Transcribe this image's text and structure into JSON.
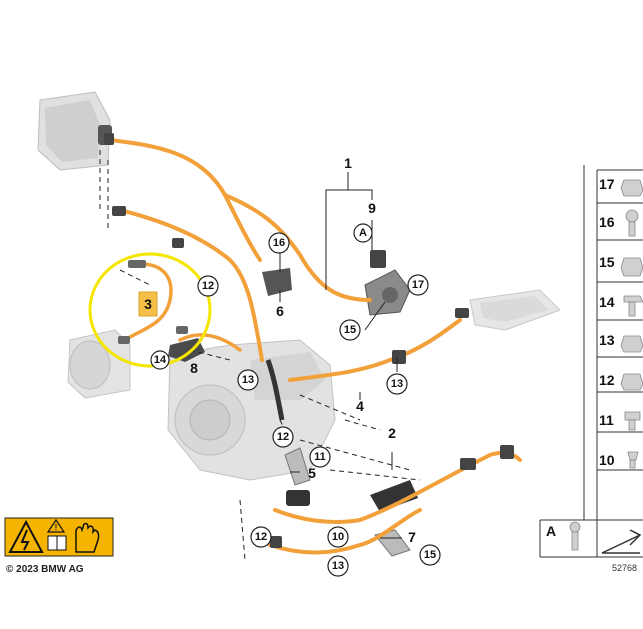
{
  "colors": {
    "harness": "#f2a03a",
    "harness_dark": "#d8801e",
    "component": "#d9d9d9",
    "component_dark": "#7a7a7a",
    "highlight_circle": "#f5e600",
    "highlight_fill": "#f5c04a",
    "warning_fill": "#f5b400"
  },
  "callouts": {
    "c1": "1",
    "c2": "2",
    "c3": "3",
    "c4": "4",
    "c5": "5",
    "c6": "6",
    "c7": "7",
    "c8": "8",
    "c9": "9",
    "c10": "10",
    "c11": "11",
    "c12a": "12",
    "c12b": "12",
    "c12c": "12",
    "c13a": "13",
    "c13b": "13",
    "c13c": "13",
    "c14": "14",
    "c15a": "15",
    "c15b": "15",
    "c16": "16",
    "c17": "17",
    "cA": "A"
  },
  "legend": {
    "items": [
      "17",
      "16",
      "15",
      "14",
      "13",
      "12",
      "11",
      "10"
    ],
    "bottom_label": "A",
    "image_id": "52768"
  },
  "footer": {
    "copyright": "© 2023 BMW AG"
  },
  "icons": [
    "high-voltage-warning-icon",
    "general-warning-icon",
    "read-manual-icon",
    "no-touch-hand-icon"
  ]
}
